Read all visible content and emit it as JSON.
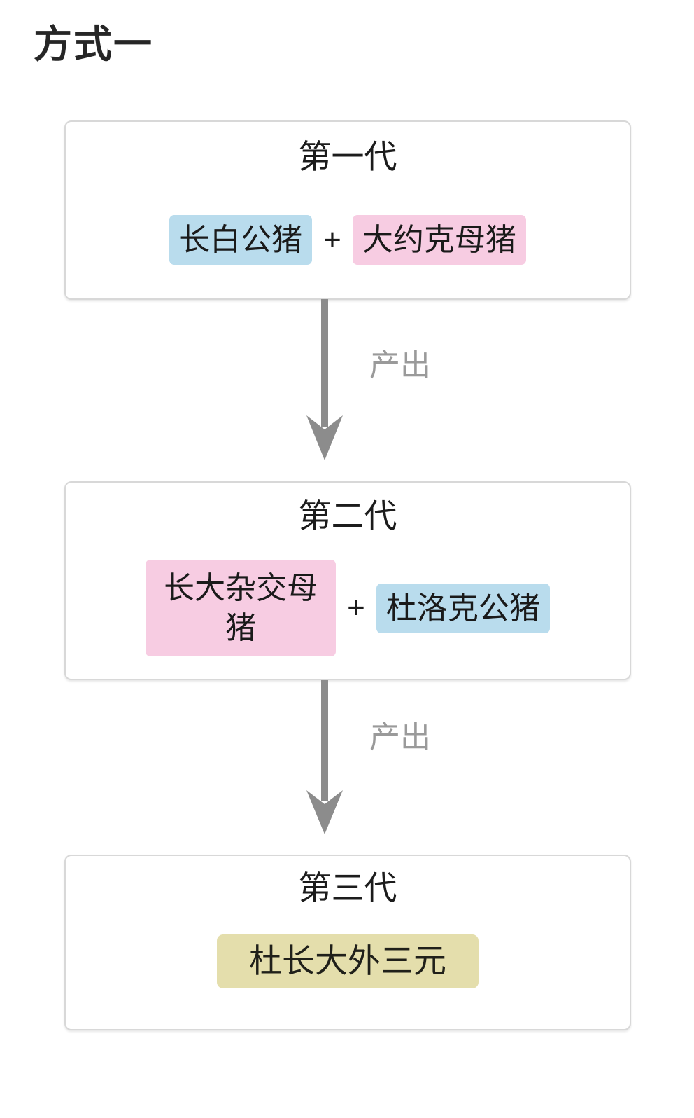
{
  "title": "方式一",
  "colors": {
    "chip_blue": "#b9dced",
    "chip_pink": "#f7cce2",
    "chip_yellow": "#e4deac",
    "arrow_gray": "#8c8c8c",
    "label_gray": "#9a9a9a",
    "card_border": "#d8d8d8",
    "text_dark": "#1c1c1c",
    "background": "#ffffff"
  },
  "generations": [
    {
      "id": "gen-1",
      "title": "第一代",
      "operator": "+",
      "chips": [
        {
          "label": "长白公猪",
          "color": "#b9dced",
          "role": "boar"
        },
        {
          "label": "大约克母猪",
          "color": "#f7cce2",
          "role": "sow"
        }
      ]
    },
    {
      "id": "gen-2",
      "title": "第二代",
      "operator": "+",
      "chips": [
        {
          "label": "长大杂交母猪",
          "color": "#f7cce2",
          "role": "sow"
        },
        {
          "label": "杜洛克公猪",
          "color": "#b9dced",
          "role": "boar"
        }
      ]
    },
    {
      "id": "gen-3",
      "title": "第三代",
      "chips": [
        {
          "label": "杜长大外三元",
          "color": "#e4deac",
          "role": "offspring"
        }
      ]
    }
  ],
  "connectors": [
    {
      "id": "connector-1",
      "label": "产出",
      "icon": "arrow-down-icon",
      "color": "#8c8c8c"
    },
    {
      "id": "connector-2",
      "label": "产出",
      "icon": "arrow-down-icon",
      "color": "#8c8c8c"
    }
  ]
}
